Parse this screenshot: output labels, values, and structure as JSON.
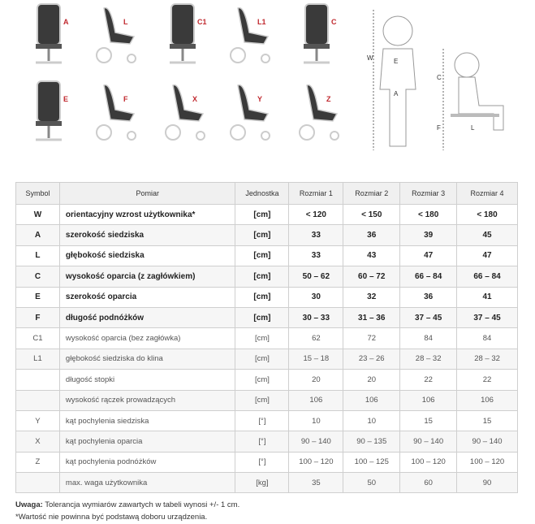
{
  "illustrations": {
    "chair_labels": [
      "A",
      "L",
      "C1",
      "L1",
      "C",
      "E",
      "F",
      "X",
      "Y",
      "Z"
    ],
    "child_labels": [
      "W",
      "E",
      "A",
      "C",
      "F",
      "L"
    ],
    "accent": "#c0282e"
  },
  "table": {
    "headers": [
      "Symbol",
      "Pomiar",
      "Jednostka",
      "Rozmiar 1",
      "Rozmiar 2",
      "Rozmiar 3",
      "Rozmiar 4"
    ],
    "rows": [
      {
        "s": "W",
        "m": "orientacyjny wzrost użytkownika*",
        "u": "[cm]",
        "v": [
          "< 120",
          "< 150",
          "< 180",
          "< 180"
        ],
        "bold": true
      },
      {
        "s": "A",
        "m": "szerokość siedziska",
        "u": "[cm]",
        "v": [
          "33",
          "36",
          "39",
          "45"
        ],
        "bold": true
      },
      {
        "s": "L",
        "m": "głębokość siedziska",
        "u": "[cm]",
        "v": [
          "33",
          "43",
          "47",
          "47"
        ],
        "bold": true
      },
      {
        "s": "C",
        "m": "wysokość oparcia (z zagłówkiem)",
        "u": "[cm]",
        "v": [
          "50 – 62",
          "60 – 72",
          "66 – 84",
          "66 – 84"
        ],
        "bold": true
      },
      {
        "s": "E",
        "m": "szerokość oparcia",
        "u": "[cm]",
        "v": [
          "30",
          "32",
          "36",
          "41"
        ],
        "bold": true
      },
      {
        "s": "F",
        "m": "długość podnóżków",
        "u": "[cm]",
        "v": [
          "30 – 33",
          "31 – 36",
          "37 – 45",
          "37 – 45"
        ],
        "bold": true
      },
      {
        "s": "C1",
        "m": "wysokość oparcia (bez zagłówka)",
        "u": "[cm]",
        "v": [
          "62",
          "72",
          "84",
          "84"
        ]
      },
      {
        "s": "L1",
        "m": "głębokość siedziska do klina",
        "u": "[cm]",
        "v": [
          "15 – 18",
          "23 – 26",
          "28 – 32",
          "28 – 32"
        ]
      },
      {
        "s": "",
        "m": "długość stopki",
        "u": "[cm]",
        "v": [
          "20",
          "20",
          "22",
          "22"
        ]
      },
      {
        "s": "",
        "m": "wysokość rączek prowadzących",
        "u": "[cm]",
        "v": [
          "106",
          "106",
          "106",
          "106"
        ]
      },
      {
        "s": "Y",
        "m": "kąt pochylenia siedziska",
        "u": "[°]",
        "v": [
          "10",
          "10",
          "15",
          "15"
        ]
      },
      {
        "s": "X",
        "m": "kąt pochylenia oparcia",
        "u": "[°]",
        "v": [
          "90 – 140",
          "90 – 135",
          "90 – 140",
          "90 – 140"
        ]
      },
      {
        "s": "Z",
        "m": "kąt pochylenia podnóżków",
        "u": "[°]",
        "v": [
          "100 – 120",
          "100 – 125",
          "100 – 120",
          "100 – 120"
        ]
      },
      {
        "s": "",
        "m": "max. waga użytkownika",
        "u": "[kg]",
        "v": [
          "35",
          "50",
          "60",
          "90"
        ]
      }
    ]
  },
  "notes": {
    "uwaga_label": "Uwaga:",
    "uwaga_text": " Tolerancja wymiarów zawartych w tabeli wynosi +/- 1 cm.",
    "footnote": "*Wartość nie powinna być podstawą doboru urządzenia."
  }
}
